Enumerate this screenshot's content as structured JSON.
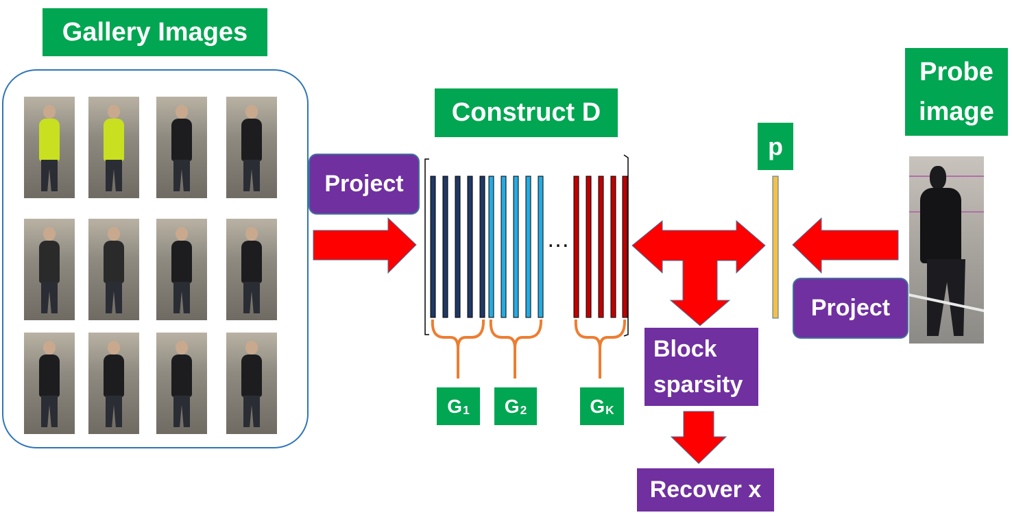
{
  "gallery": {
    "title": "Gallery Images"
  },
  "construct": {
    "title": "Construct D",
    "ellipsis": "…"
  },
  "probe": {
    "title_line1": "Probe",
    "title_line2": "image"
  },
  "left_project": {
    "label": "Project"
  },
  "right_project": {
    "label": "Project"
  },
  "probe_vector": {
    "label": "p"
  },
  "block_sparsity": {
    "line1": "Block",
    "line2": "sparsity"
  },
  "recover": {
    "label": "Recover x"
  },
  "groups": [
    {
      "letter": "G",
      "sub": "1"
    },
    {
      "letter": "G",
      "sub": "2"
    },
    {
      "letter": "G",
      "sub": "K"
    }
  ],
  "colors": {
    "green": "#00a651",
    "purple": "#7030a0",
    "arrow": "#ff0000",
    "group1_columns": "#1f3864",
    "group2_columns": "#27aae1",
    "groupK_columns": "#c00000",
    "brace": "#ed7d31",
    "probe_vector": "#f4c04a"
  },
  "gallery_people": [
    {
      "shirt": "#c8e020"
    },
    {
      "shirt": "#c8e020"
    },
    {
      "shirt": "#1d1d1f"
    },
    {
      "shirt": "#1d1d1f"
    },
    {
      "shirt": "#2a2a2a"
    },
    {
      "shirt": "#2a2a2a"
    },
    {
      "shirt": "#1d1d1f"
    },
    {
      "shirt": "#1d1d1f"
    },
    {
      "shirt": "#1d1d1f"
    },
    {
      "shirt": "#1d1d1f"
    },
    {
      "shirt": "#1d1d1f"
    },
    {
      "shirt": "#1d1d1f"
    }
  ]
}
